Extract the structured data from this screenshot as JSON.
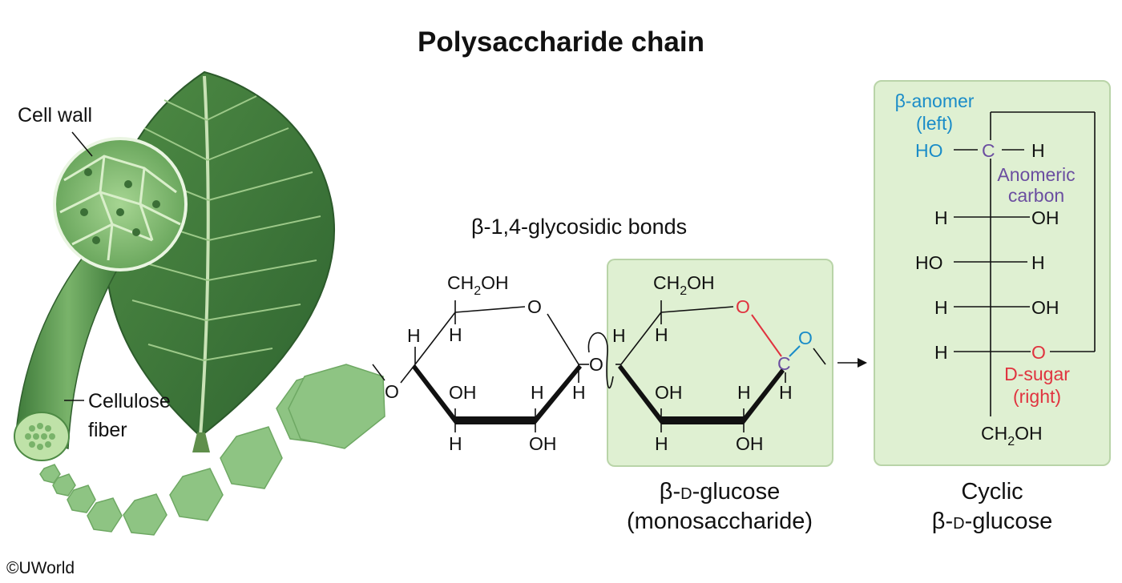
{
  "title": "Polysaccharide chain",
  "labels": {
    "cell_wall": "Cell wall",
    "cellulose_fiber_line1": "Cellulose",
    "cellulose_fiber_line2": "fiber",
    "glycosidic_bonds": "β-1,4-glycosidic bonds"
  },
  "ring_left": {
    "ch2oh": "CH",
    "ch2oh_sub": "2",
    "ch2oh_tail": "OH",
    "ring_o": "O",
    "link_o_left": "O",
    "link_o_right": "O",
    "h_top_left": "H",
    "h_c5": "H",
    "oh_c3": "OH",
    "h_c2_top": "H",
    "h_c1": "H",
    "h_c3": "H",
    "oh_c2": "OH"
  },
  "ring_right": {
    "ch2oh": "CH",
    "ch2oh_sub": "2",
    "ch2oh_tail": "OH",
    "ring_o": "O",
    "anomer_o": "O",
    "anomeric_c": "C",
    "h_c4": "H",
    "h_c5": "H",
    "oh_c3": "OH",
    "h_c2_top": "H",
    "h_c1": "H",
    "h_c3": "H",
    "oh_c2": "OH"
  },
  "caption_glucose": {
    "line1_prefix": "β-",
    "line1_d": "D",
    "line1_suffix": "-glucose",
    "line2": "(monosaccharide)"
  },
  "fischer": {
    "beta_anomer_line1": "β-anomer",
    "beta_anomer_line2": "(left)",
    "row1": {
      "left": "HO",
      "center": "C",
      "right": "H"
    },
    "anomeric_line1": "Anomeric",
    "anomeric_line2": "carbon",
    "row2": {
      "left": "H",
      "right": "OH"
    },
    "row3": {
      "left": "HO",
      "right": "H"
    },
    "row4": {
      "left": "H",
      "right": "OH"
    },
    "row5": {
      "left": "H",
      "right": "O"
    },
    "d_sugar_line1": "D-sugar",
    "d_sugar_line2": "(right)",
    "bottom": "CH",
    "bottom_sub": "2",
    "bottom_tail": "OH"
  },
  "caption_cyclic": {
    "line1": "Cyclic",
    "line2_prefix": "β-",
    "line2_d": "D",
    "line2_suffix": "-glucose"
  },
  "copyright": "©UWorld",
  "colors": {
    "panel_fill": "#dff0d2",
    "panel_stroke": "#b9d4a8",
    "blue": "#1a8cc8",
    "red": "#e0333f",
    "purple": "#6b4ea0",
    "leaf_dark": "#3f7a3a",
    "leaf_mid": "#5e9a4e",
    "hexagon": "#8ec483"
  }
}
